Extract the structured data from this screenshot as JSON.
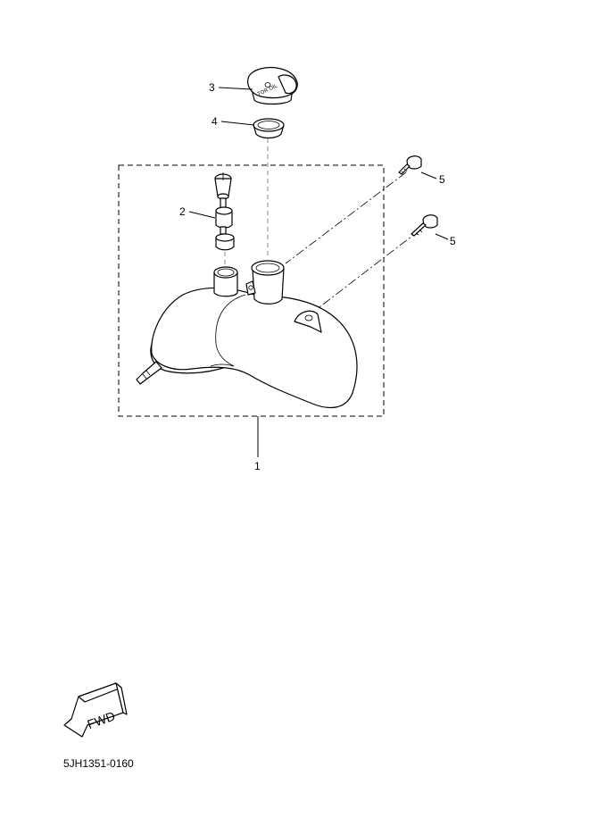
{
  "callouts": {
    "tank": "1",
    "valve": "2",
    "cap": "3",
    "gasket": "4",
    "screw_upper": "5",
    "screw_lower": "5"
  },
  "cap_text": "TOR OIL",
  "fwd_label": "FWD",
  "diagram_code": "5JH1351-0160"
}
